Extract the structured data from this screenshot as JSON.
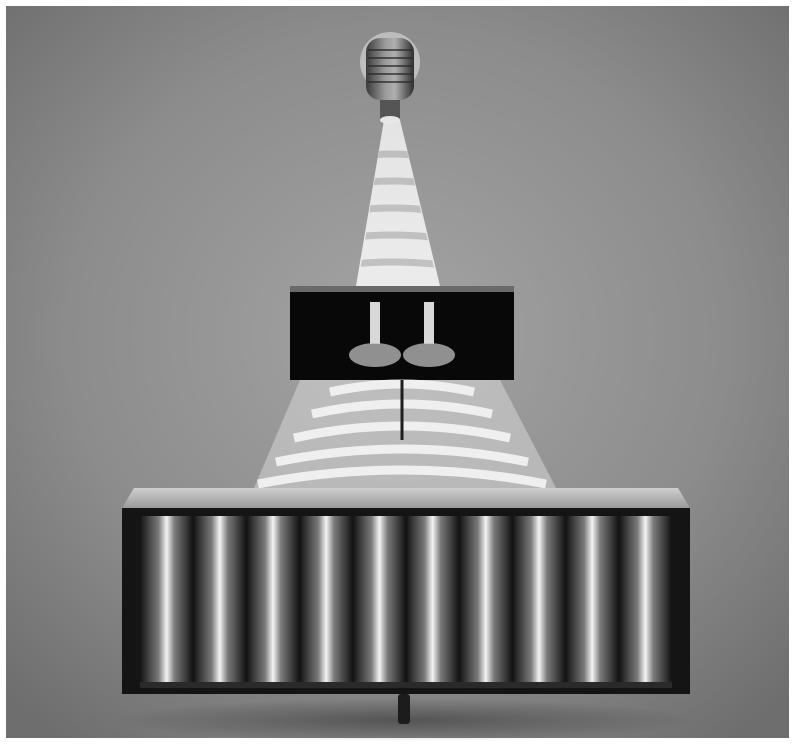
{
  "scene": {
    "background_color": "#8a8a8a",
    "frame_color": "#ffffff",
    "light_source_icon": "light-source-icon",
    "double_slit_icon": "double-slit-barrier-icon",
    "screen_icon": "detection-screen-icon",
    "fringe_count_on_screen": 10,
    "wavefront_rings_before_slits": 5,
    "wavefront_rings_after_slits": 5
  }
}
